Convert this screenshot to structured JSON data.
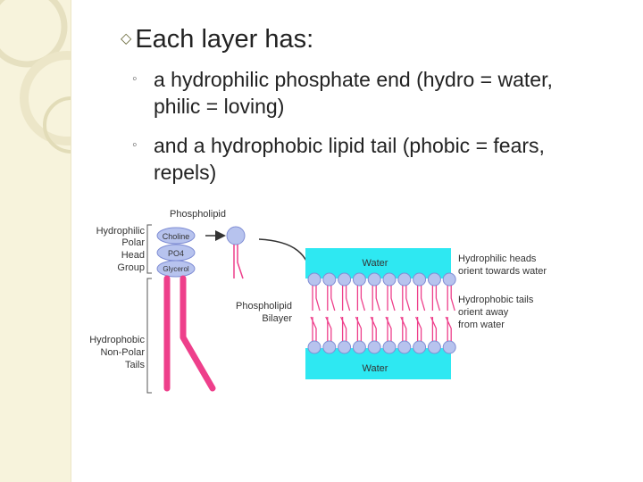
{
  "slide": {
    "heading": "Each layer has:",
    "bullets": [
      "a hydrophilic phosphate end (hydro = water, philic = loving)",
      " and a hydrophobic  lipid tail (phobic = fears, repels)"
    ]
  },
  "diagram": {
    "phospholipid_label": "Phospholipid",
    "head_label": [
      "Hydrophilic",
      "Polar",
      "Head",
      "Group"
    ],
    "head_parts": [
      "Choline",
      "PO4",
      "Glycerol"
    ],
    "tail_label": [
      "Hydrophobic",
      "Non-Polar",
      "Tails"
    ],
    "bilayer_label": [
      "Phospholipid",
      "Bilayer"
    ],
    "water_top": "Water",
    "water_bottom": "Water",
    "heads_note": [
      "Hydrophilic heads",
      "orient towards water"
    ],
    "tails_note": [
      "Hydrophobic tails",
      "orient away",
      "from water"
    ],
    "colors": {
      "water": "#2ee8f2",
      "head_fill": "#b7c3ee",
      "head_stroke": "#7f8dd4",
      "tail": "#ee3f8b",
      "panel": "#f7f3dc"
    }
  }
}
